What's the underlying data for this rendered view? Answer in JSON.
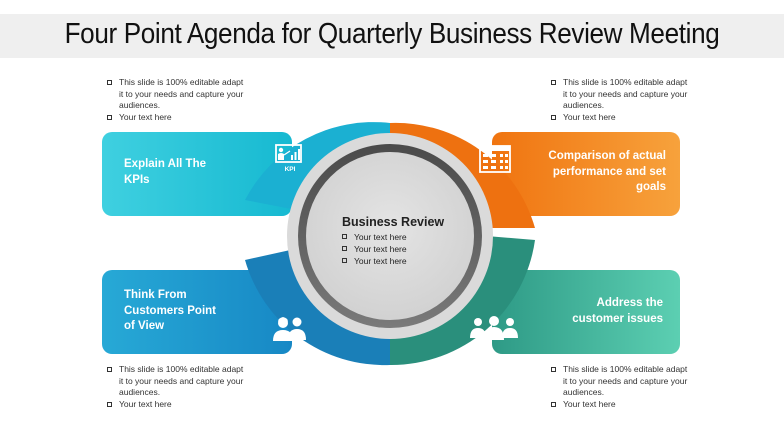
{
  "title": "Four Point Agenda for Quarterly Business Review Meeting",
  "notes": {
    "top_left": [
      "This slide is 100% editable adapt it to your needs and capture your audiences.",
      "Your text here"
    ],
    "top_right": [
      "This slide is 100% editable adapt it to your needs and capture your audiences.",
      "Your text here"
    ],
    "bottom_left": [
      "This slide is 100% editable adapt it to your needs and capture your audiences.",
      "Your text here"
    ],
    "bottom_right": [
      "This slide is 100% editable adapt it to your needs and capture your audiences.",
      "Your text here"
    ]
  },
  "points": {
    "top_left": {
      "label": "Explain All The KPIs",
      "icon": "kpi-presentation-icon",
      "color": "#1bbfd6"
    },
    "top_right": {
      "label": "Comparison of actual performance and set goals",
      "icon": "calendar-chart-icon",
      "color": "#f07c12"
    },
    "bottom_left": {
      "label": "Think From Customers Point of View",
      "icon": "customers-icon",
      "color": "#1a8fc9"
    },
    "bottom_right": {
      "label": "Address the customer issues",
      "icon": "team-icon",
      "color": "#2e9e8a"
    }
  },
  "center": {
    "title": "Business Review",
    "items": [
      "Your text here",
      "Your text here",
      "Your text here"
    ]
  },
  "icon_label": "KPI"
}
